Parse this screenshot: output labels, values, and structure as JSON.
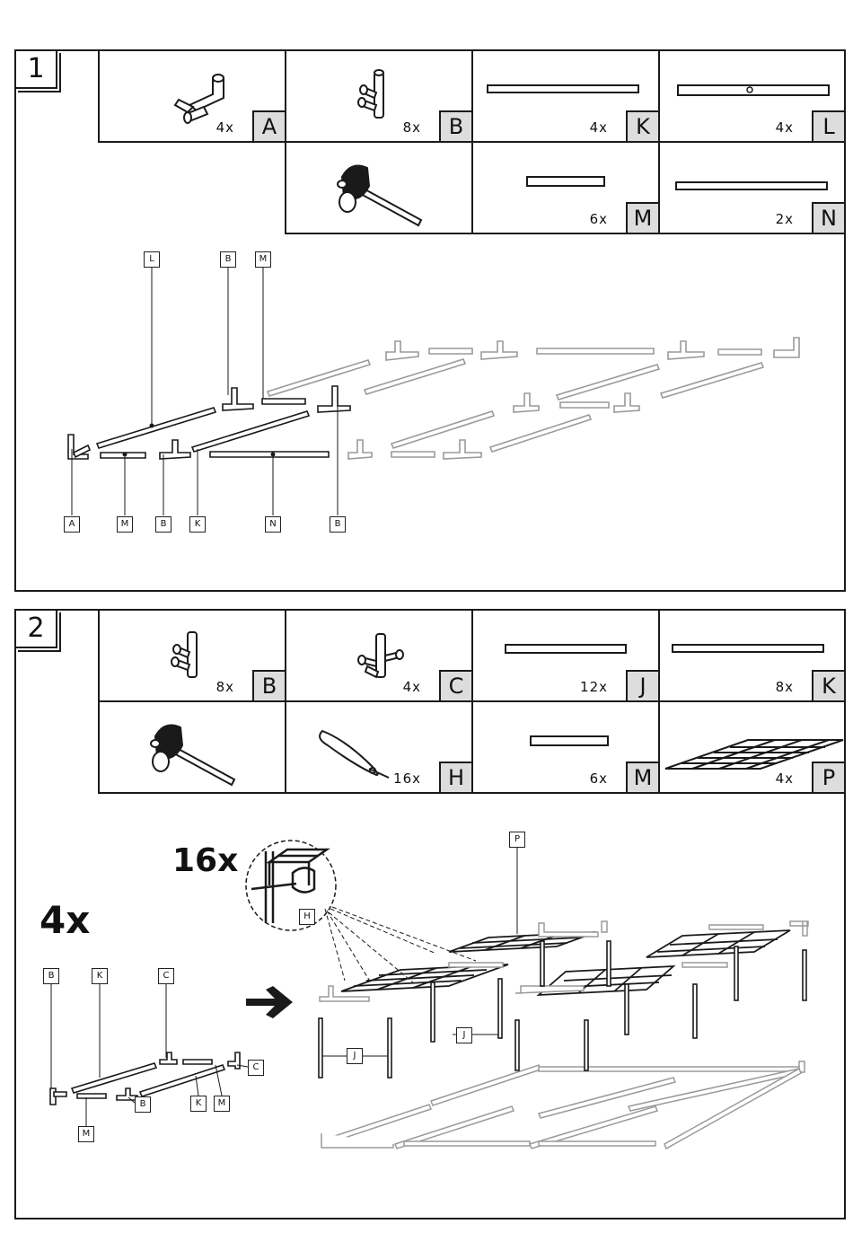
{
  "steps": [
    {
      "number": "1"
    },
    {
      "number": "2"
    }
  ],
  "step1_parts": {
    "A": {
      "qty": "4x",
      "letter": "A"
    },
    "B": {
      "qty": "8x",
      "letter": "B"
    },
    "K": {
      "qty": "4x",
      "letter": "K"
    },
    "L": {
      "qty": "4x",
      "letter": "L"
    },
    "M": {
      "qty": "6x",
      "letter": "M"
    },
    "N": {
      "qty": "2x",
      "letter": "N"
    }
  },
  "step1_callouts": {
    "top": [
      "L",
      "B",
      "M"
    ],
    "bottom": [
      "A",
      "M",
      "B",
      "K",
      "N",
      "B"
    ]
  },
  "step2_parts": {
    "B": {
      "qty": "8x",
      "letter": "B"
    },
    "C": {
      "qty": "4x",
      "letter": "C"
    },
    "J": {
      "qty": "12x",
      "letter": "J"
    },
    "K": {
      "qty": "8x",
      "letter": "K"
    },
    "H": {
      "qty": "16x",
      "letter": "H"
    },
    "M": {
      "qty": "6x",
      "letter": "M"
    },
    "P": {
      "qty": "4x",
      "letter": "P"
    }
  },
  "step2_labels": {
    "detail_count": "16x",
    "repeat_count": "4x",
    "detail_tag": "H",
    "panel_tag": "P",
    "spacer_tag": "J"
  },
  "step2_callouts": {
    "top": [
      "B",
      "K",
      "C"
    ],
    "side": [
      "C",
      "B",
      "K",
      "M",
      "M"
    ]
  },
  "colors": {
    "line": "#1a1a1a",
    "ghost": "#9a9a9a",
    "letter_bg": "#dddddd",
    "arrow": "#1a1a1a"
  },
  "icons": [
    "connector-elbow-icon",
    "connector-tee-icon",
    "connector-cross-icon",
    "rubber-mallet-icon",
    "bungee-strap-icon",
    "wire-shelf-panel-icon",
    "right-arrow-icon"
  ]
}
